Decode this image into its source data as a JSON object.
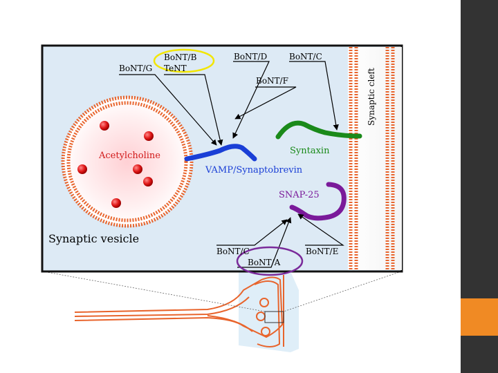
{
  "colors": {
    "sidebar": "#333333",
    "accent": "#f08a24",
    "membrane": "#e8642c",
    "vamp": "#1a3fd6",
    "syntaxin": "#1a8a1a",
    "snap25": "#7a1a9a",
    "highlight_yellow": "#f2e600",
    "highlight_purple": "#7a2a9a"
  },
  "labels": {
    "bont_g": "BoNT/G",
    "bont_b": "BoNT/B",
    "tent": "TeNT",
    "bont_d": "BoNT/D",
    "bont_c_top": "BoNT/C",
    "bont_f": "BoNT/F",
    "synaptic_cleft": "Synaptic cleft",
    "acetylcholine": "Acetylcholine",
    "syntaxin": "Syntaxin",
    "vamp": "VAMP/Synaptobrevin",
    "snap25": "SNAP-25",
    "synaptic_vesicle": "Synaptic vesicle",
    "bont_c_bottom": "BoNT/C",
    "bont_e": "BoNT/E",
    "bont_a": "BoNT/A"
  }
}
